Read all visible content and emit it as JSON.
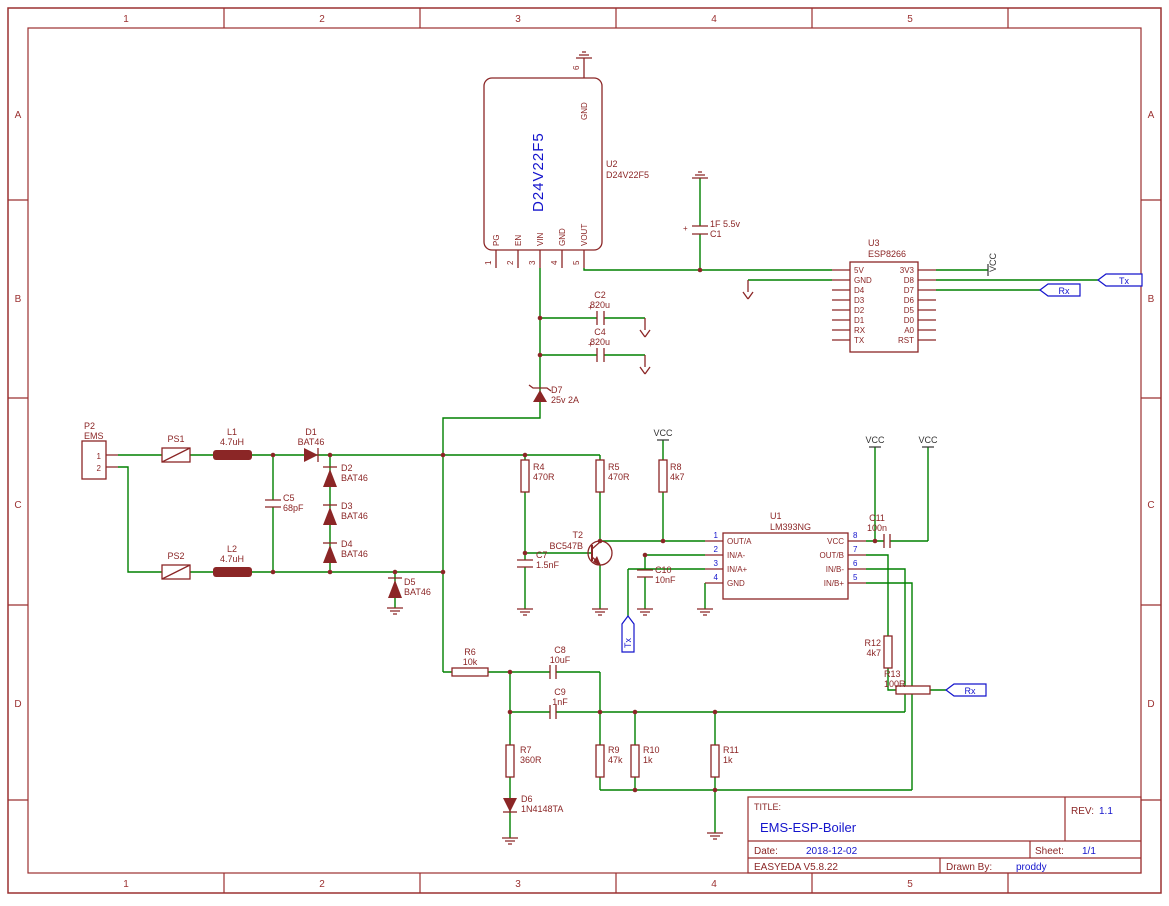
{
  "sheet": {
    "columns": [
      "1",
      "2",
      "3",
      "4",
      "5"
    ],
    "rows": [
      "A",
      "B",
      "C",
      "D"
    ]
  },
  "colors": {
    "wire": "#008000",
    "symbol": "#8B2626",
    "net_blue": "#1414CC",
    "frame": "#9B3030"
  },
  "u2": {
    "ref": "U2",
    "part": "D24V22F5",
    "inner": "D24V22F5",
    "pin_numbers": [
      "1",
      "2",
      "3",
      "4",
      "5"
    ],
    "pin_names": [
      "PG",
      "EN",
      "VIN",
      "GND",
      "VOUT"
    ],
    "top_pin_number": "6",
    "top_pin_name": "GND"
  },
  "u3": {
    "ref": "U3",
    "part": "ESP8266",
    "left_pins": [
      "5V",
      "GND",
      "D4",
      "D3",
      "D2",
      "D1",
      "RX",
      "TX"
    ],
    "right_pins": [
      "3V3",
      "D8",
      "D7",
      "D6",
      "D5",
      "D0",
      "A0",
      "RST"
    ]
  },
  "u1": {
    "ref": "U1",
    "part": "LM393NG",
    "left_numbers": [
      "1",
      "2",
      "3",
      "4"
    ],
    "left_names": [
      "OUT/A",
      "IN/A-",
      "IN/A+",
      "GND"
    ],
    "right_numbers": [
      "8",
      "7",
      "6",
      "5"
    ],
    "right_names": [
      "VCC",
      "OUT/B",
      "IN/B-",
      "IN/B+"
    ]
  },
  "connector": {
    "ref": "P2",
    "value": "EMS",
    "pins": [
      "1",
      "2"
    ]
  },
  "parts": {
    "ps1": "PS1",
    "ps2": "PS2",
    "l1": {
      "ref": "L1",
      "value": "4.7uH"
    },
    "l2": {
      "ref": "L2",
      "value": "4.7uH"
    },
    "d1": {
      "ref": "D1",
      "value": "BAT46"
    },
    "d2": {
      "ref": "D2",
      "value": "BAT46"
    },
    "d3": {
      "ref": "D3",
      "value": "BAT46"
    },
    "d4": {
      "ref": "D4",
      "value": "BAT46"
    },
    "d5": {
      "ref": "D5",
      "value": "BAT46"
    },
    "d6": {
      "ref": "D6",
      "value": "1N4148TA"
    },
    "d7": {
      "ref": "D7",
      "value": "25v 2A"
    },
    "c1": {
      "ref": "C1",
      "value": "1F 5.5v"
    },
    "c2": {
      "ref": "C2",
      "value": "820u"
    },
    "c4": {
      "ref": "C4",
      "value": "820u"
    },
    "c5": {
      "ref": "C5",
      "value": "68pF"
    },
    "c7": {
      "ref": "C7",
      "value": "1.5nF"
    },
    "c8": {
      "ref": "C8",
      "value": "10uF"
    },
    "c9": {
      "ref": "C9",
      "value": "1nF"
    },
    "c10": {
      "ref": "C10",
      "value": "10nF"
    },
    "c11": {
      "ref": "C11",
      "value": "100n"
    },
    "r4": {
      "ref": "R4",
      "value": "470R"
    },
    "r5": {
      "ref": "R5",
      "value": "470R"
    },
    "r6": {
      "ref": "R6",
      "value": "10k"
    },
    "r7": {
      "ref": "R7",
      "value": "360R"
    },
    "r8": {
      "ref": "R8",
      "value": "4k7"
    },
    "r9": {
      "ref": "R9",
      "value": "47k"
    },
    "r10": {
      "ref": "R10",
      "value": "1k"
    },
    "r11": {
      "ref": "R11",
      "value": "1k"
    },
    "r12": {
      "ref": "R12",
      "value": "4k7"
    },
    "r13": {
      "ref": "R13",
      "value": "100R"
    },
    "t2": {
      "ref": "T2",
      "value": "BC547B"
    },
    "plus": "+"
  },
  "nets": {
    "vcc": "VCC",
    "tx": "Tx",
    "rx": "Rx"
  },
  "title_block": {
    "title_label": "TITLE:",
    "title": "EMS-ESP-Boiler",
    "rev_label": "REV:",
    "rev": "1.1",
    "date_label": "Date:",
    "date": "2018-12-02",
    "sheet_label": "Sheet:",
    "sheet": "1/1",
    "tool": "EASYEDA V5.8.22",
    "drawn_by_label": "Drawn By:",
    "drawn_by": "proddy"
  }
}
